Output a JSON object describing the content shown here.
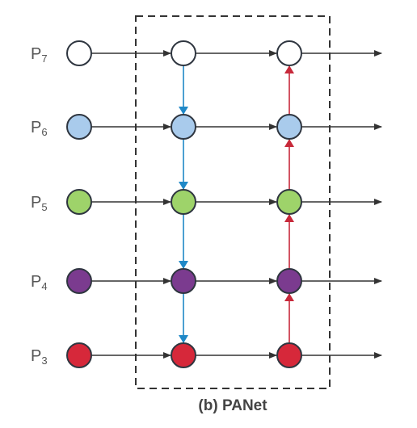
{
  "caption": "(b) PANet",
  "levels": [
    {
      "prefix": "P",
      "sub": "7",
      "color": "#ffffff"
    },
    {
      "prefix": "P",
      "sub": "6",
      "color": "#a9cbec"
    },
    {
      "prefix": "P",
      "sub": "5",
      "color": "#9ed36a"
    },
    {
      "prefix": "P",
      "sub": "4",
      "color": "#7b3b8f"
    },
    {
      "prefix": "P",
      "sub": "3",
      "color": "#d6283a"
    }
  ],
  "colors": {
    "node_stroke": "#2f3640",
    "lateral_arrow": "#333333",
    "top_down_arrow": "#1f88c7",
    "bottom_up_arrow": "#c7293a",
    "box_border": "#333333"
  },
  "flows": {
    "top_down": "top-to-bottom in middle column",
    "bottom_up": "bottom-to-top in right column"
  }
}
